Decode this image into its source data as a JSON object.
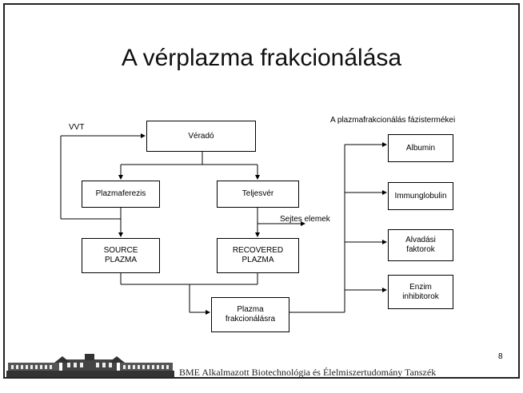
{
  "slide": {
    "title": "A vérplazma frakcionálása",
    "page_number": "8",
    "footer": "BME Alkalmazott Biotechnológia és Élelmiszertudomány Tanszék"
  },
  "diagram": {
    "nodes": {
      "veredo": "Véradó",
      "plazmaferezis": "Plazmaferezis",
      "teljesver": "Teljesvér",
      "source_plazma": "SOURCE\nPLAZMA",
      "recovered_plazma": "RECOVERED\nPLAZMA",
      "plazma_frakcionalasra": "Plazma\nfrakcionálásra"
    },
    "labels": {
      "vvt": "VVT",
      "sejtes_elemek": "Sejtes elemek",
      "products_heading": "A plazmafrakcionálás fázistermékei"
    },
    "products": [
      "Albumin",
      "Immunglobulin",
      "Alvadási\nfaktorok",
      "Enzim\ninhibitorok"
    ]
  }
}
